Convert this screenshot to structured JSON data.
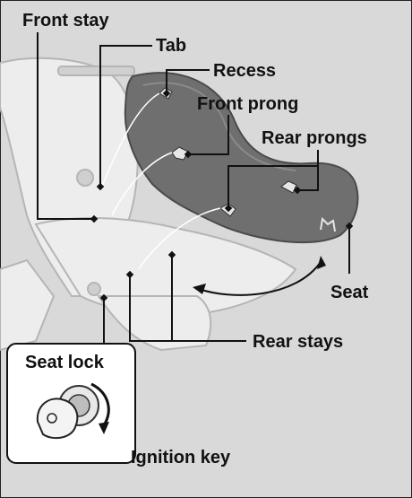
{
  "labels": {
    "front_stay": "Front stay",
    "tab": "Tab",
    "recess": "Recess",
    "front_prong": "Front prong",
    "rear_prongs": "Rear prongs",
    "seat": "Seat",
    "rear_stays": "Rear stays",
    "seat_lock": "Seat lock",
    "ignition_key": "Ignition key"
  },
  "colors": {
    "background": "#d9d9d9",
    "seat": "#6f6f6f",
    "leader_line": "#111111",
    "inset_fill": "#ffffff"
  }
}
